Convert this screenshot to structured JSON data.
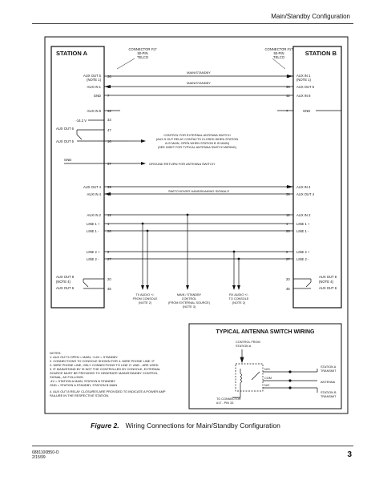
{
  "header": {
    "title": "Main/Standby Configuration"
  },
  "diagram": {
    "station_a": "STATION A",
    "station_b": "STATION B",
    "connector_a": [
      "CONNECTOR #17",
      "50-PIN",
      "TELCO"
    ],
    "connector_b": [
      "CONNECTOR #17",
      "50-PIN",
      "TELCO"
    ],
    "left_rows": [
      {
        "label": "AUX OUT 5",
        "sub": "(NOTE 1)",
        "pin": "36"
      },
      {
        "label": "AUX IN 1",
        "sub": "",
        "pin": "11"
      },
      {
        "label": "GND",
        "sub": "",
        "pin": "7"
      },
      {
        "label": "AUX IN 8",
        "sub": "",
        "pin": "42"
      },
      {
        "label": "",
        "sub": "",
        "pin": "33"
      },
      {
        "label": "",
        "sub": "",
        "pin": "47"
      },
      {
        "label": "AUX OUT 5",
        "sub": "",
        "pin": "16"
      },
      {
        "label": "GND",
        "sub": "",
        "pin": "37"
      },
      {
        "label": "AUX OUT 4",
        "sub": "",
        "pin": "39"
      },
      {
        "label": "AUX IN 4",
        "sub": "",
        "pin": "14"
      },
      {
        "label": "AUX IN 2",
        "sub": "",
        "pin": "12"
      },
      {
        "label": "LINE 1 +",
        "sub": "",
        "pin": "1"
      },
      {
        "label": "LINE 1 -",
        "sub": "",
        "pin": "26"
      },
      {
        "label": "LINE 2 +",
        "sub": "",
        "pin": "2"
      },
      {
        "label": "LINE 2 -",
        "sub": "",
        "pin": "27"
      },
      {
        "label": "AUX OUT 8",
        "sub": "(NOTE 4)",
        "pin": "20"
      },
      {
        "label": "AUX OUT 6",
        "sub": "",
        "pin": "45"
      }
    ],
    "right_rows": [
      {
        "label": "AUX IN 1",
        "sub": "(NOTE 1)",
        "pin": "11"
      },
      {
        "label": "AUX OUT 5",
        "sub": "",
        "pin": "36"
      },
      {
        "label": "AUX IN 8",
        "sub": "",
        "pin": "42"
      },
      {
        "label": "GND",
        "sub": "",
        "pin": "7"
      },
      {
        "label": "AUX IN 4",
        "sub": "",
        "pin": "14"
      },
      {
        "label": "AUX OUT 4",
        "sub": "",
        "pin": "39"
      },
      {
        "label": "AUX IN 2",
        "sub": "",
        "pin": "12"
      },
      {
        "label": "LINE 1 +",
        "sub": "",
        "pin": "1"
      },
      {
        "label": "LINE 1 -",
        "sub": "",
        "pin": "26"
      },
      {
        "label": "LINE 2 +",
        "sub": "",
        "pin": "2"
      },
      {
        "label": "LINE 2 -",
        "sub": "",
        "pin": "27"
      },
      {
        "label": "AUX OUT 8",
        "sub": "(NOTE 4)",
        "pin": "20"
      },
      {
        "label": "AUX OUT 6",
        "sub": "",
        "pin": "45"
      }
    ],
    "left_extra": {
      "aux_out_6": "AUX OUT 6",
      "v142": "-14.2 V"
    },
    "wire_labels": {
      "main_standby_1": "MAIN/STANDBY",
      "main_standby_2": "MAIN/STANDBY",
      "switchover": "SWITCHOVER HANDSHAKING SIGNALS",
      "gnd_return": "GROUND RETURN FOR ANTENNA SWITCH",
      "antenna_control": [
        "CONTROL FOR EXTERNAL ANTENNA SWITCH",
        "(AUX 5 OUT RELAY CONTACTS CLOSED WHEN STATION",
        "A IS MAIN, OPEN WHEN STATION B IS MAIN)",
        "(SEE INSET FOR TYPICAL ANTENNA SWITCH WIRING)"
      ]
    },
    "bottom_labels": {
      "tx": [
        "TX AUDIO +/-",
        "FROM CONSOLE",
        "(NOTE 2)"
      ],
      "ctrl": [
        "MAIN / STANDBY",
        "CONTROL",
        "(FROM EXTERNAL SOURCE)",
        "(NOTE 3)"
      ],
      "rx": [
        "RX AUDIO +/-",
        "TO CONSOLE",
        "(NOTE 2)"
      ]
    },
    "notes": [
      "NOTES:",
      "1. AUX OUT 5 OPEN = MAIN; +14V = STANDBY.",
      "2. CONNECTIONS TO CONSOLE SHOWN FOR 4- WIRE PHONE LINE. IF",
      "   2- WIRE PHONE LINE, ONLY CONNECTIONS TO LINE 2+ AND - ARE USED.",
      "3. IF MAIN/STAND BY IS NOT THE CONTROLLED BY CONSOLE, EXTERNAL",
      "   SOURCE MUST BE PROVIDED TO GENERATE MAIN/STANDBY CONTROL",
      "   SIGNAL, AS FOLLOWS:",
      "        -4V = STATION A MAIN, STATION B STANDBY",
      "        GND = STATION A STANDBY, STATION B MAIN",
      "4. AUX OUT 8 RELAY CLOSURES ARE PROVIDED TO INDICATE A POWER AMP",
      "   FAILURE IN THE RESPECTIVE STATION."
    ],
    "inset": {
      "title": "TYPICAL ANTENNA SWITCH WIRING",
      "control": [
        "CONTROL FROM",
        "STATION A"
      ],
      "no": "N/O",
      "com": "COM",
      "nc": "N/C",
      "tx_a": [
        "STATION A",
        "TRANSMIT"
      ],
      "antenna": "ANTENNA",
      "tx_b": [
        "STATION B",
        "TRANSMIT"
      ],
      "to_conn": [
        "TO CONNECTOR",
        "#17 - PIN 33"
      ]
    }
  },
  "caption": {
    "figure": "Figure 2.",
    "text": "Wiring Connections for Main/Standby Configuration"
  },
  "footer": {
    "doc": "6881100B50-O",
    "date": "2/15/99",
    "page": "3"
  }
}
